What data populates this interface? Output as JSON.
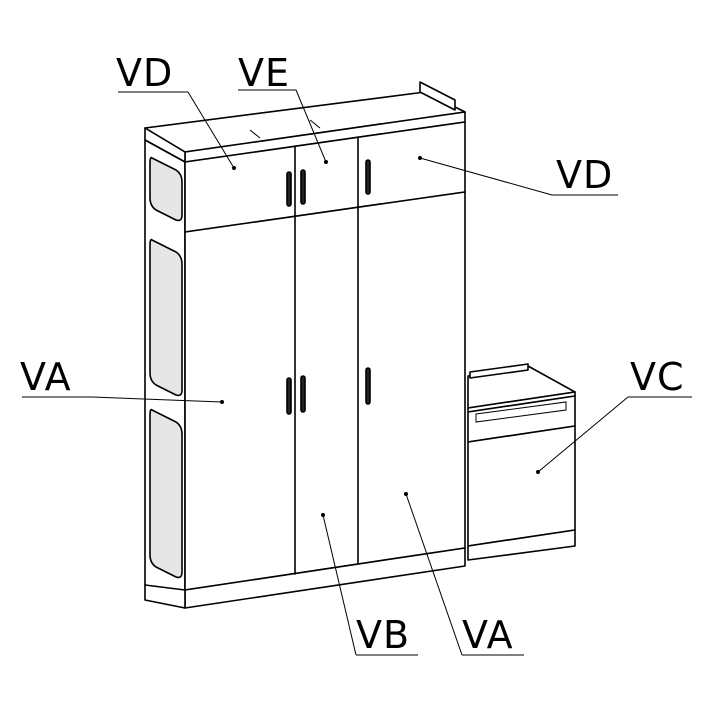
{
  "labels": {
    "vd_top": "VD",
    "ve": "VE",
    "vd_right": "VD",
    "va_left": "VA",
    "vc": "VC",
    "vb": "VB",
    "va_bottom": "VA"
  },
  "colors": {
    "line": "#000000",
    "background": "#ffffff",
    "panel_shade": "#e6e6e6"
  }
}
